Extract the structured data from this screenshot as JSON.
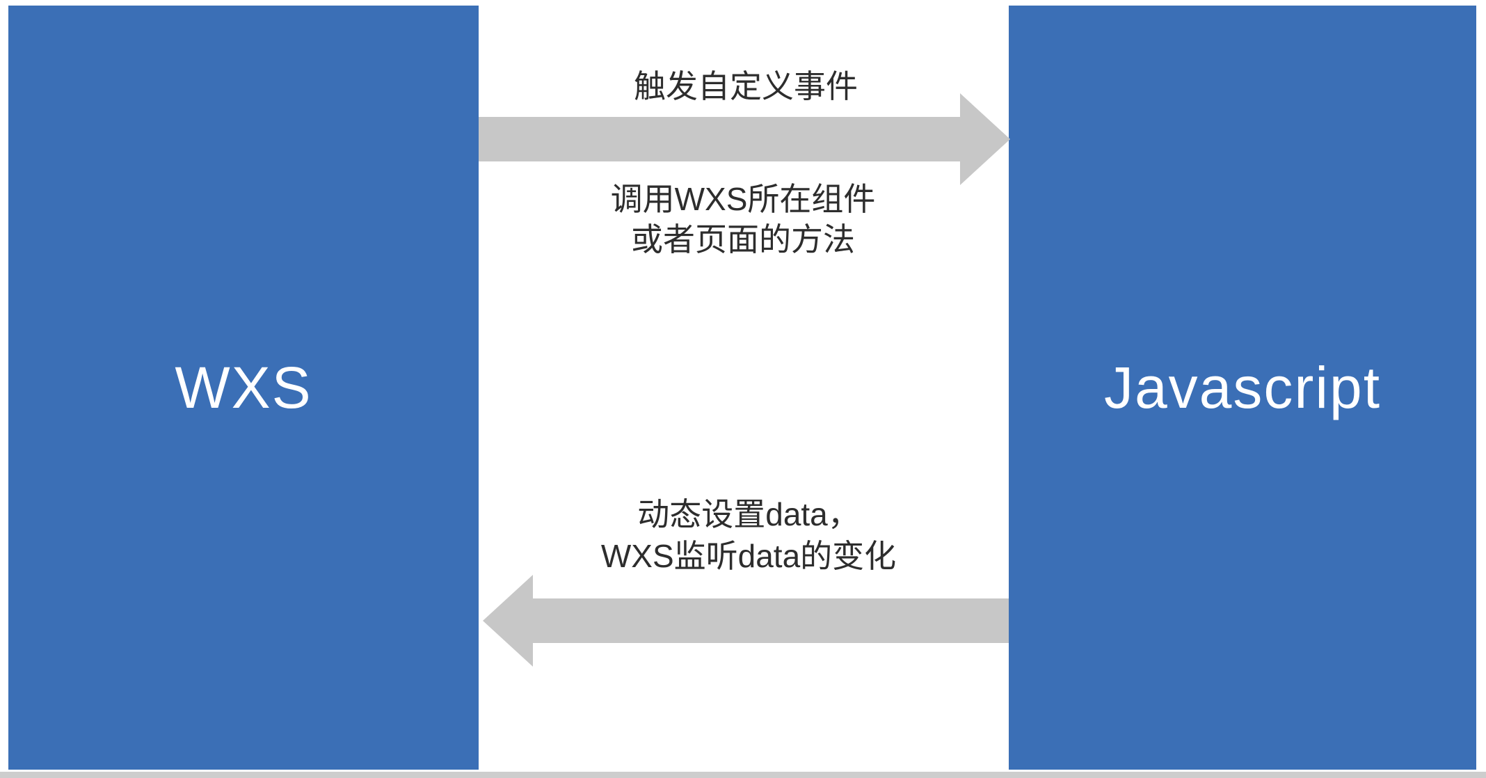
{
  "diagram": {
    "left_box": {
      "label": "WXS"
    },
    "right_box": {
      "label": "Javascript"
    },
    "top_arrow": {
      "direction": "right",
      "label_above": "触发自定义事件",
      "label_below_line1": "调用WXS所在组件",
      "label_below_line2": "或者页面的方法"
    },
    "bottom_arrow": {
      "direction": "left",
      "label_line1": "动态设置data，",
      "label_line2": "WXS监听data的变化"
    },
    "colors": {
      "box_blue": "#3b6fb6",
      "arrow_gray": "#c7c7c7",
      "text_dark": "#2d2d2d",
      "background": "#ffffff"
    }
  }
}
